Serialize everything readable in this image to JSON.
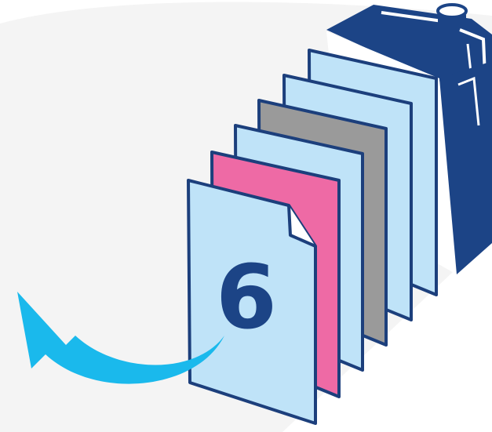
{
  "diagram": {
    "layer_number": "6",
    "colors": {
      "background_blob": "#f4f4f4",
      "carton_dark": "#1c4486",
      "carton_white": "#ffffff",
      "layer_outline": "#1c3f7c",
      "layer_light_blue": "#bfe3f8",
      "layer_grey": "#9a9a9a",
      "layer_pink": "#ee6aa5",
      "arrow": "#1ab9ec"
    },
    "layers": [
      {
        "name": "layer-1-light-blue",
        "fill": "layer_light_blue"
      },
      {
        "name": "layer-2-light-blue",
        "fill": "layer_light_blue"
      },
      {
        "name": "layer-3-grey",
        "fill": "layer_grey"
      },
      {
        "name": "layer-4-light-blue",
        "fill": "layer_light_blue"
      },
      {
        "name": "layer-5-pink",
        "fill": "layer_pink"
      },
      {
        "name": "layer-6-front",
        "fill": "layer_light_blue"
      }
    ],
    "icons": {
      "carton": "beverage-carton-icon",
      "arrow": "curved-arrow-icon",
      "document": "document-page-icon"
    }
  }
}
